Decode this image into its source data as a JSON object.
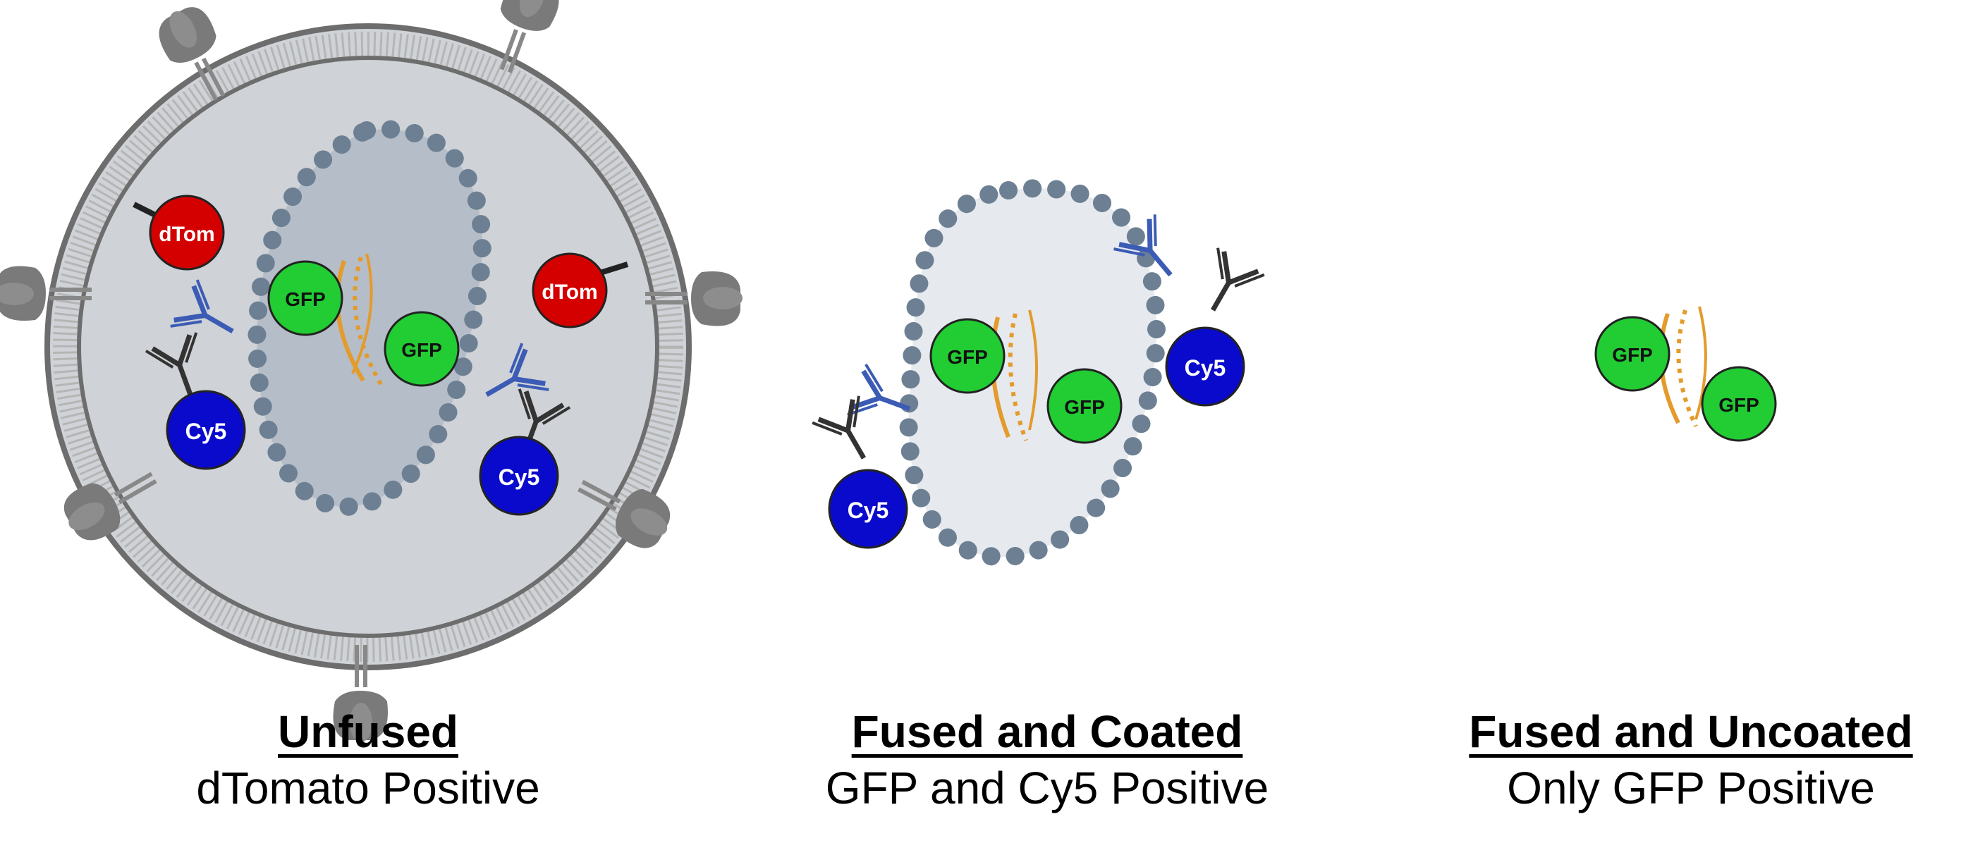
{
  "labels": {
    "dtom": "dTom",
    "gfp": "GFP",
    "cy5": "Cy5"
  },
  "panels": [
    {
      "title": "Unfused",
      "subtitle": "dTomato Positive"
    },
    {
      "title": "Fused and Coated",
      "subtitle": "GFP and Cy5 Positive"
    },
    {
      "title": "Fused and Uncoated",
      "subtitle": "Only GFP Positive"
    }
  ],
  "colors": {
    "dtom": "#d40000",
    "gfp": "#22cc33",
    "cy5": "#0a0acc",
    "membrane": "#8a8a8a",
    "lumen": "#c9ccd1",
    "inner_vesicle": "#a9b3bf",
    "bead": "#6d8093",
    "rna": "#e39b2b",
    "antibody_blue": "#3b5bb5",
    "antibody_dark": "#333333",
    "spike": "#777777"
  },
  "icons": [
    "envelope-spike-icon",
    "antibody-icon",
    "rna-strand-icon"
  ]
}
